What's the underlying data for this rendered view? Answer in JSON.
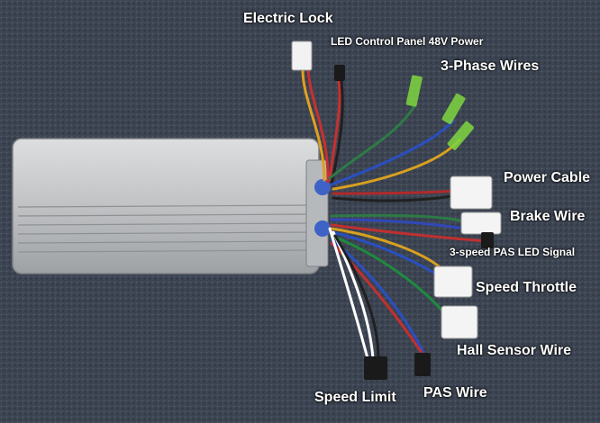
{
  "labels": {
    "electric_lock": "Electric Lock",
    "led_panel": "LED Control Panel 48V Power",
    "three_phase": "3-Phase Wires",
    "power_cable": "Power Cable",
    "brake_wire": "Brake Wire",
    "pas_led": "3-speed PAS LED Signal",
    "speed_throttle": "Speed Throttle",
    "hall_sensor": "Hall Sensor Wire",
    "pas_wire": "PAS Wire",
    "speed_limit": "Speed Limit"
  },
  "colors": {
    "carpet": "#3a4250",
    "housing": "#c4c6c8",
    "label_text": "#ffffff"
  }
}
